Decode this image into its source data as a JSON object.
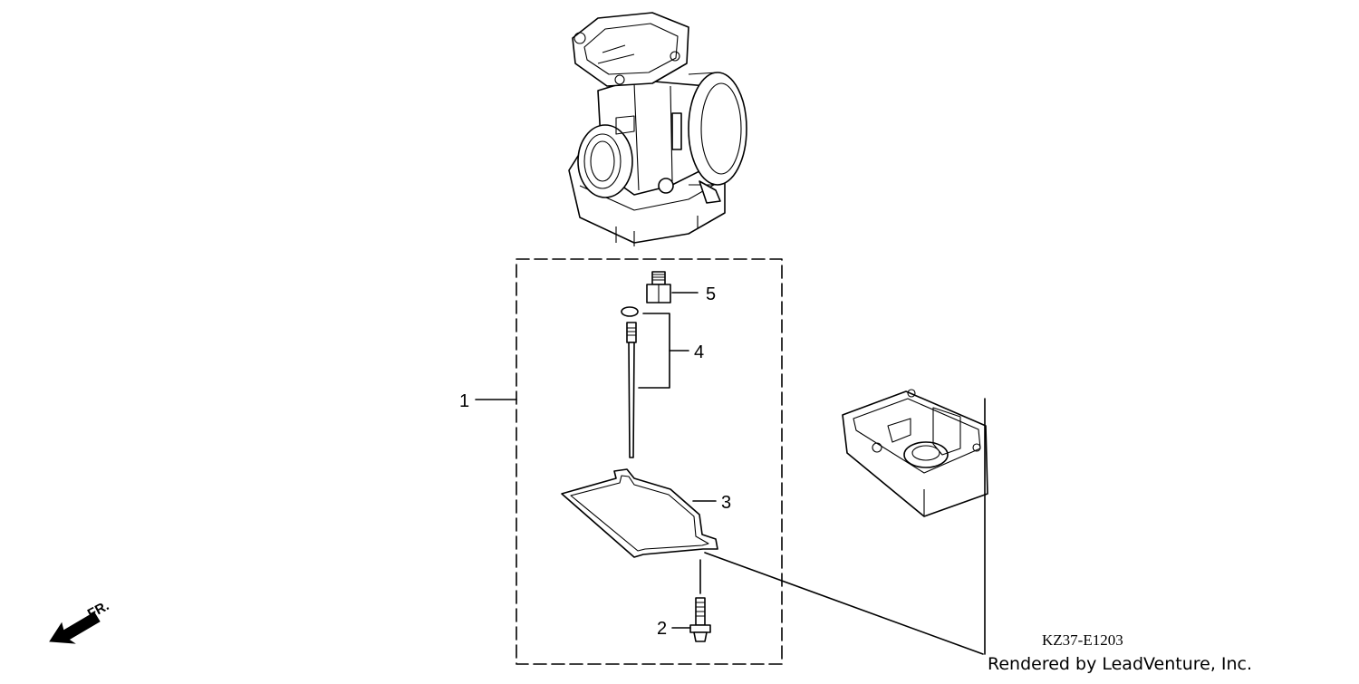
{
  "diagram": {
    "callouts": [
      {
        "id": "1",
        "label": "1"
      },
      {
        "id": "2",
        "label": "2"
      },
      {
        "id": "3",
        "label": "3"
      },
      {
        "id": "4",
        "label": "4"
      },
      {
        "id": "5",
        "label": "5"
      }
    ],
    "direction_label": "FR.",
    "diagram_code": "KZ37-E1203",
    "credit": "Rendered by LeadVenture, Inc."
  }
}
